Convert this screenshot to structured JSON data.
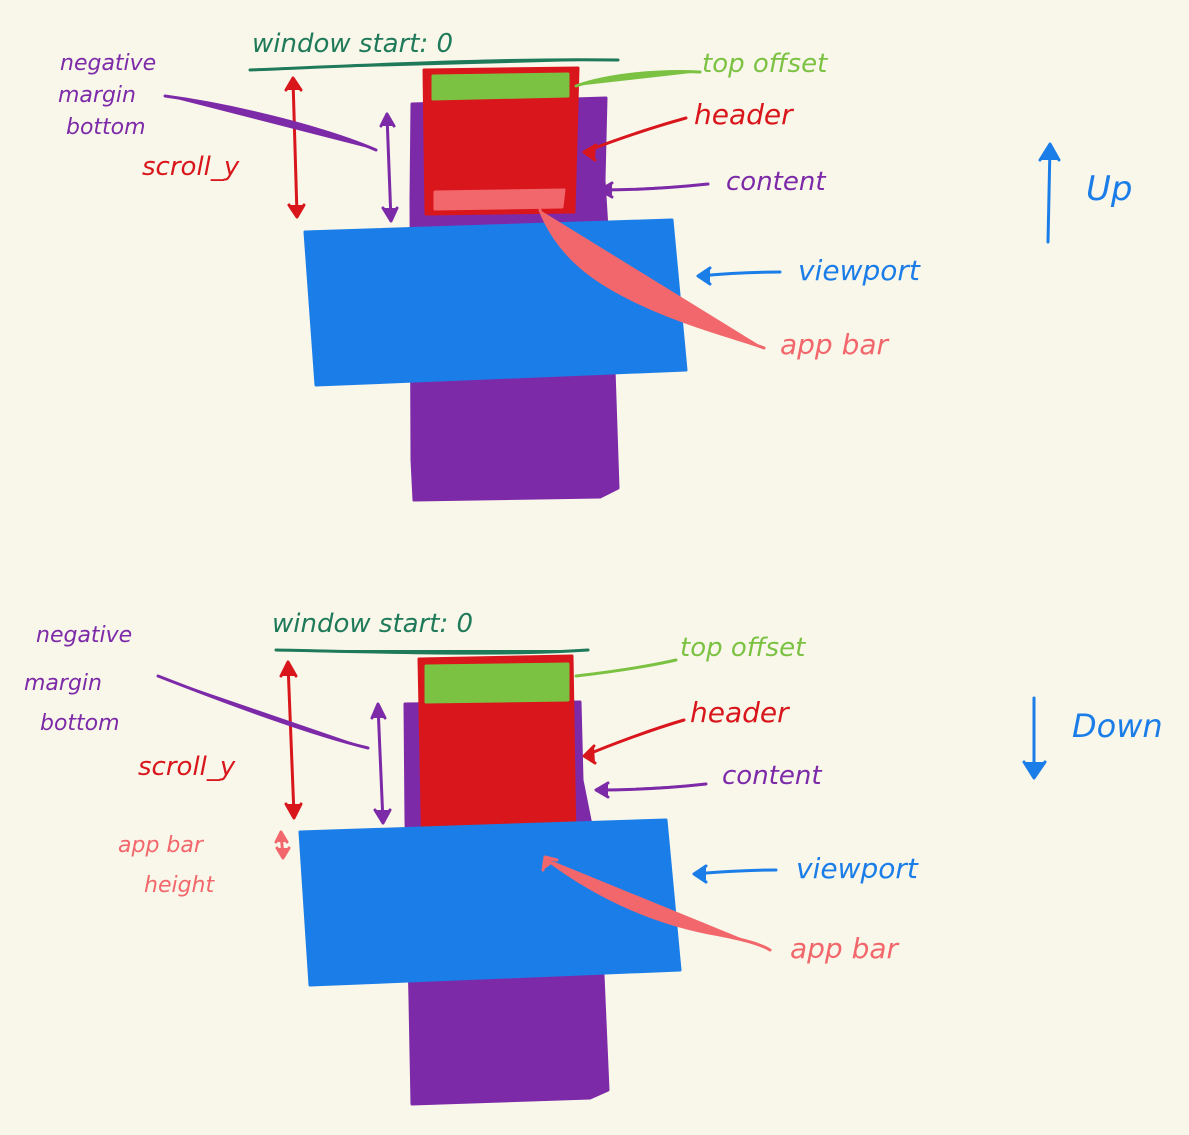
{
  "colors": {
    "window_start": "#1f7a5a",
    "top_offset": "#7cc242",
    "header": "#d8161b",
    "app_bar": "#f2676b",
    "content": "#7d2aa8",
    "viewport": "#1b7ee8",
    "background": "#f9f6ea"
  },
  "panel_up": {
    "window_start": "window start: 0",
    "top_offset": "top offset",
    "header": "header",
    "content": "content",
    "viewport": "viewport",
    "app_bar": "app bar",
    "negative_margin_line1": "negative",
    "negative_margin_line2": "margin",
    "negative_margin_line3": "bottom",
    "scroll_y": "scroll_y",
    "direction": "Up"
  },
  "panel_down": {
    "window_start": "window start: 0",
    "top_offset": "top offset",
    "header": "header",
    "content": "content",
    "viewport": "viewport",
    "app_bar": "app bar",
    "negative_margin_line1": "negative",
    "negative_margin_line2": "margin",
    "negative_margin_line3": "bottom",
    "scroll_y": "scroll_y",
    "app_bar_height_line1": "app bar",
    "app_bar_height_line2": "height",
    "direction": "Down"
  }
}
